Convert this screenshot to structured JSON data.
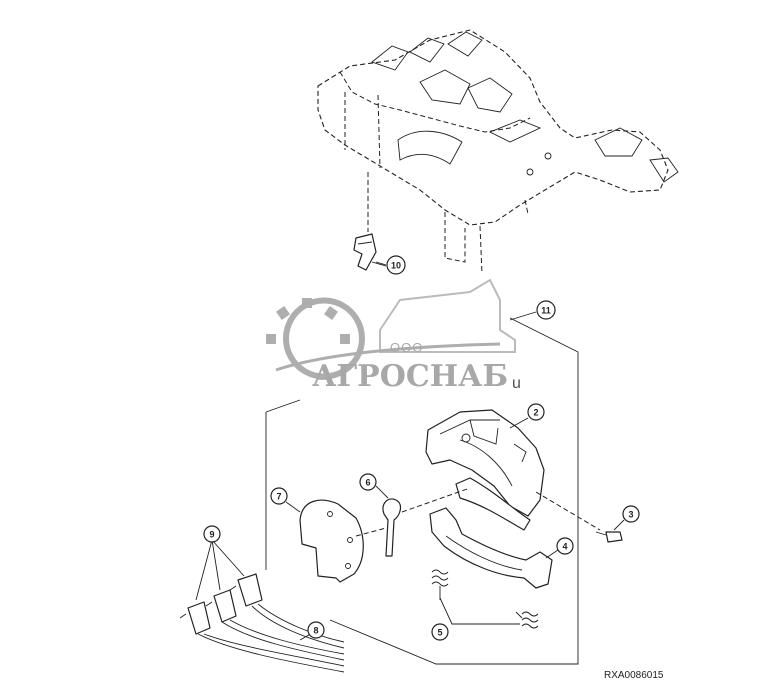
{
  "diagram": {
    "watermark": {
      "company": "ООО",
      "brand": "АГРОСНАБ",
      "stray_mark": "u"
    },
    "reference_code": "RXA0086015",
    "callouts": [
      {
        "id": "callout-2",
        "label": "2"
      },
      {
        "id": "callout-3",
        "label": "3"
      },
      {
        "id": "callout-4",
        "label": "4"
      },
      {
        "id": "callout-5",
        "label": "5"
      },
      {
        "id": "callout-6",
        "label": "6"
      },
      {
        "id": "callout-7",
        "label": "7"
      },
      {
        "id": "callout-8",
        "label": "8"
      },
      {
        "id": "callout-9",
        "label": "9"
      },
      {
        "id": "callout-10",
        "label": "10"
      },
      {
        "id": "callout-11",
        "label": "11"
      }
    ],
    "colors": {
      "line": "#222222",
      "watermark": "#9a9a9a",
      "background": "#ffffff"
    }
  }
}
